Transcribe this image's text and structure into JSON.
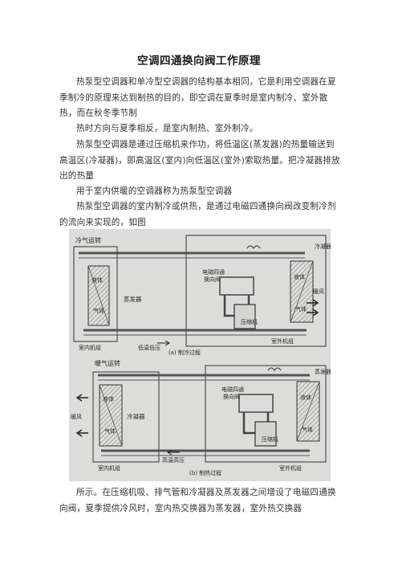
{
  "title": "空调四通换向阀工作原理",
  "paragraphs": [
    "热泵型空调器和单冷型空调器的结构基本相同，它是利用空调器在夏季制冷的原理来达到制热的目的，即空调在夏季时是室内制冷、室外散热，而在秋冬季节制",
    "热时方向与夏季相反，是室内制热、室外制冷。",
    "热泵型空调器是通过压缩机来作功，将低温区(蒸发器)的热量输送到高温区(冷凝器)，即高温区(室内)向低温区(室外)索取热量。把冷凝器排放出的热量",
    "用于室内供暖的空调器称为热泵型空调器",
    "热泵型空调器的室内制冷或供热，是通过电磁四通换向阀改变制冷剂的流向来实现的，如图",
    "所示。在压缩机吸、排气管和冷凝器及蒸发器之间增设了电磁四通换向阀，夏季提供冷风时，室内热交换器为蒸发器，室外热交换器"
  ],
  "figure": {
    "top": {
      "mode": "冷气运转",
      "indoor_hx_liquid": "液体",
      "indoor_hx_gas": "气体",
      "indoor_hx_role": "蒸发器",
      "valve": [
        "电磁四通",
        "换向阀"
      ],
      "outdoor_hx_liquid": "液体",
      "outdoor_hx_gas": "气体",
      "outdoor_hx_role": "冷凝器",
      "air": "暖风",
      "compressor": "压缩机",
      "indoor_unit": "室内机组",
      "pipe_label": "低温低压",
      "outdoor_unit": "室外机组",
      "caption": "(a) 制冷过程"
    },
    "bottom": {
      "mode": "暖气运转",
      "indoor_hx_liquid": "液体",
      "indoor_hx_gas": "气体",
      "indoor_hx_role": "冷凝器",
      "valve": [
        "电磁四通",
        "换向阀"
      ],
      "outdoor_hx_liquid": "液体",
      "outdoor_hx_gas": "气体",
      "outdoor_hx_role": "蒸发器",
      "air": "暖风",
      "compressor": "压缩机",
      "indoor_unit": "室内机组",
      "pipe_label": "高温高压",
      "outdoor_unit": "室外机组",
      "caption": "(b) 制热过程"
    }
  }
}
